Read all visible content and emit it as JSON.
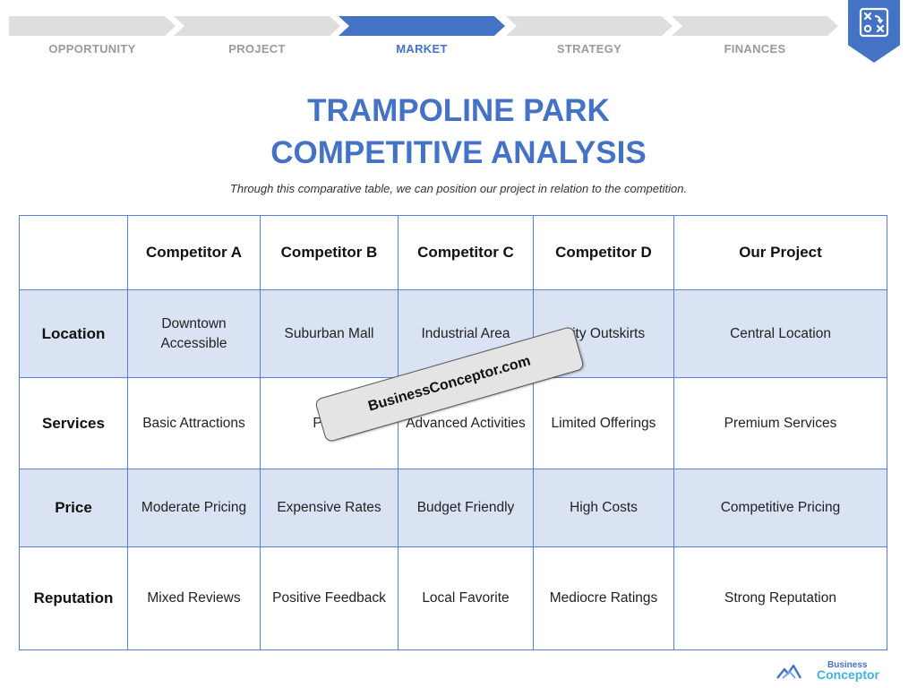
{
  "steps": [
    {
      "label": "OPPORTUNITY"
    },
    {
      "label": "PROJECT"
    },
    {
      "label": "MARKET"
    },
    {
      "label": "STRATEGY"
    },
    {
      "label": "FINANCES"
    }
  ],
  "active_step": "MARKET",
  "title": {
    "line1": "TRAMPOLINE PARK",
    "line2": "COMPETITIVE ANALYSIS"
  },
  "subtitle": "Through this comparative table, we can position our project in relation to the competition.",
  "table": {
    "columns": [
      "Competitor A",
      "Competitor B",
      "Competitor C",
      "Competitor D",
      "Our Project"
    ],
    "rows": [
      {
        "label": "Location",
        "cells": [
          "Downtown Accessible",
          "Suburban Mall",
          "Industrial Area",
          "City Outskirts",
          "Central Location"
        ]
      },
      {
        "label": "Services",
        "cells": [
          "Basic Attractions",
          "Party",
          "Advanced Activities",
          "Limited Offerings",
          "Premium Services"
        ]
      },
      {
        "label": "Price",
        "cells": [
          "Moderate Pricing",
          "Expensive Rates",
          "Budget Friendly",
          "High Costs",
          "Competitive Pricing"
        ]
      },
      {
        "label": "Reputation",
        "cells": [
          "Mixed Reviews",
          "Positive Feedback",
          "Local Favorite",
          "Mediocre Ratings",
          "Strong Reputation"
        ]
      }
    ]
  },
  "watermark": "BusinessConceptor.com",
  "logo": {
    "line1": "Business",
    "line2": "Conceptor"
  },
  "colors": {
    "accent": "#4472c4",
    "shade": "#dae3f3",
    "inactive_step": "#dedede"
  }
}
